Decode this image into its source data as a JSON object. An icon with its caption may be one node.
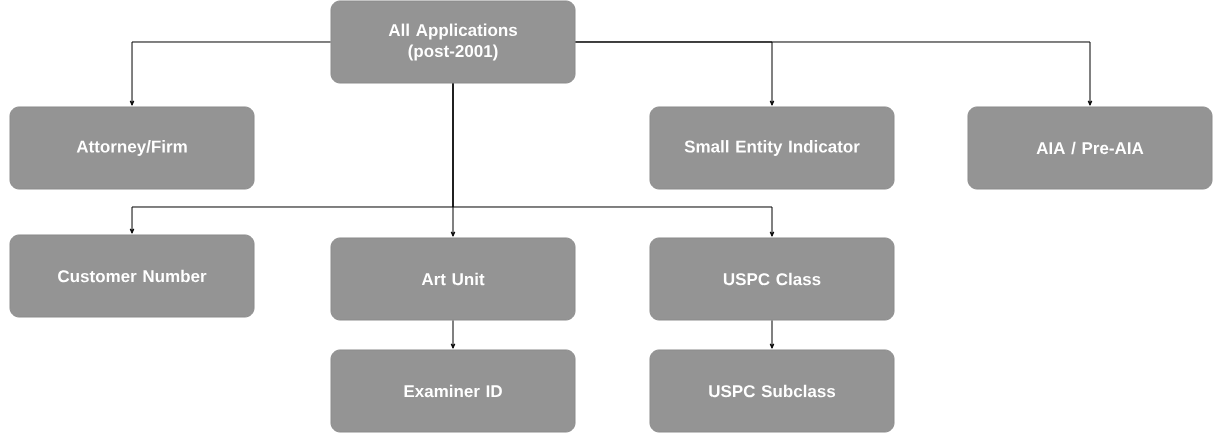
{
  "diagram": {
    "nodes": [
      {
        "text": [
          "All Applications (post-2001)"
        ]
      },
      {
        "text": [
          "Attorney/Firm"
        ]
      },
      {
        "text": [
          "Small Entity Indicator"
        ]
      },
      {
        "text": [
          "AIA / Pre-AIA"
        ]
      },
      {
        "text": [
          "Customer Number"
        ]
      },
      {
        "text": [
          "Art Unit"
        ]
      },
      {
        "text": [
          "USPC Class"
        ]
      },
      {
        "text": [
          "Examiner ID"
        ]
      },
      {
        "text": [
          "USPC Subclass"
        ]
      }
    ],
    "edges": [
      {
        "from": 0,
        "to": 1,
        "arrow": "to"
      },
      {
        "from": 0,
        "to": 2,
        "arrow": "to"
      },
      {
        "from": 0,
        "to": 3,
        "arrow": "to"
      },
      {
        "from": 0,
        "to": 5,
        "arrow": "to"
      },
      {
        "from": 0,
        "to": 4,
        "arrow": "to"
      },
      {
        "from": 0,
        "to": 6,
        "arrow": "to"
      },
      {
        "from": 5,
        "to": 7,
        "arrow": "to"
      },
      {
        "from": 6,
        "to": 8,
        "arrow": "to"
      }
    ]
  }
}
